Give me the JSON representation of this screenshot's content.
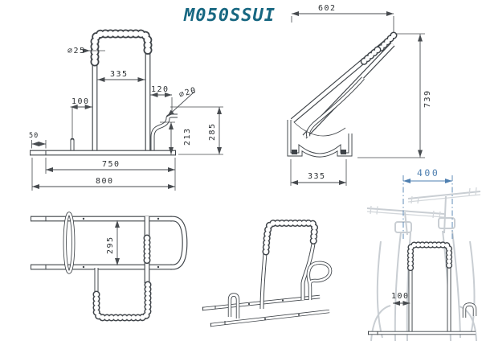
{
  "title": "M050SSUI",
  "colors": {
    "title": "#176781",
    "line": "#3f4449",
    "dim_blue": "#4e7fb0"
  },
  "views": {
    "front": {
      "dims": {
        "d25": "⌀25",
        "d335": "335",
        "d100": "100",
        "d120": "120",
        "d20": "⌀20",
        "d213": "213",
        "d285": "285",
        "d50": "50",
        "d750": "750",
        "d800": "800"
      }
    },
    "side": {
      "dims": {
        "d602": "602",
        "d739": "739",
        "d335": "335"
      }
    },
    "plan": {
      "dims": {
        "d295": "295"
      }
    },
    "rear": {
      "dims": {
        "d400": "400",
        "d100": "100"
      }
    }
  }
}
